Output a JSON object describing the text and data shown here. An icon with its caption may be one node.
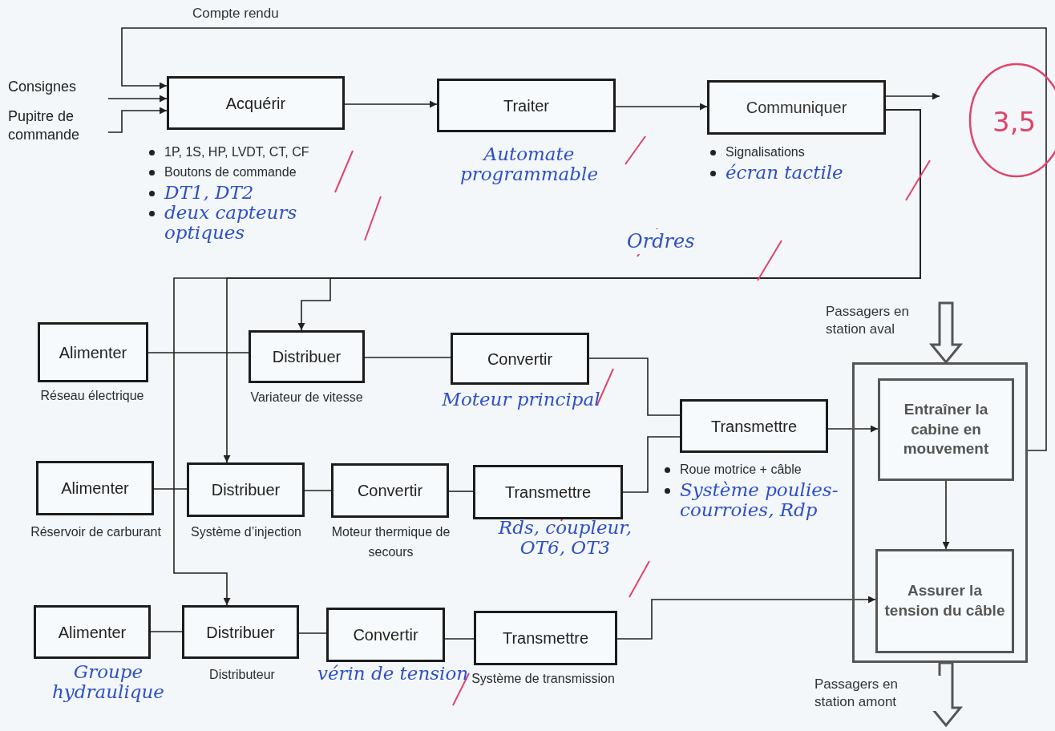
{
  "diagram": {
    "nodes": [
      {
        "text": [
          "Consignes"
        ]
      },
      {
        "text": [
          "Pupitre de commande"
        ]
      },
      {
        "text": [
          "Acquérir"
        ],
        "beside": [
          "1P, 1S, HP, LVDT, CT, CF",
          "Boutons de commande",
          "DT1, DT2",
          "deux capteurs optiques"
        ]
      },
      {
        "text": [
          "Traiter"
        ],
        "beside": [
          "Automate programmable"
        ]
      },
      {
        "text": [
          "Communiquer"
        ],
        "beside": [
          "Signalisations",
          "écran tactile"
        ]
      },
      {
        "text": [
          "Alimenter"
        ],
        "beside": [
          "Réseau électrique"
        ]
      },
      {
        "text": [
          "Distribuer"
        ],
        "beside": [
          "Variateur de vitesse"
        ]
      },
      {
        "text": [
          "Convertir"
        ],
        "beside": [
          "Moteur principal"
        ]
      },
      {
        "text": [
          "Transmettre"
        ],
        "beside": [
          "Roue motrice + câble",
          "Système poulies-courroies, Rdp"
        ]
      },
      {
        "text": [
          "Alimenter"
        ],
        "beside": [
          "Réservoir de carburant"
        ]
      },
      {
        "text": [
          "Distribuer"
        ],
        "beside": [
          "Système d’injection"
        ]
      },
      {
        "text": [
          "Convertir"
        ],
        "beside": [
          "Moteur thermique de secours"
        ]
      },
      {
        "text": [
          "Transmettre"
        ],
        "beside": [
          "Rds, coupleur, OT6, OT3"
        ]
      },
      {
        "text": [
          "Alimenter"
        ],
        "beside": [
          "Groupe hydraulique"
        ]
      },
      {
        "text": [
          "Distribuer"
        ],
        "beside": [
          "Distributeur"
        ]
      },
      {
        "text": [
          "Convertir"
        ],
        "beside": [
          "vérin de tension"
        ]
      },
      {
        "text": [
          "Transmettre"
        ],
        "beside": [
          "Système de transmission"
        ]
      },
      {
        "text": [],
        "shape": "box"
      },
      {
        "text": [
          "Entraîner la cabine en mouvement"
        ],
        "in": 17
      },
      {
        "text": [
          "Assurer la tension du câble"
        ],
        "in": 17
      }
    ],
    "edges": [
      {
        "from": 0,
        "to": 2,
        "arrow": "to"
      },
      {
        "from": 1,
        "to": 2,
        "arrow": "to"
      },
      {
        "from": 2,
        "to": 3,
        "arrow": "to"
      },
      {
        "from": 3,
        "to": 4,
        "arrow": "to"
      },
      {
        "from": 4,
        "to": null,
        "arrow": "to"
      },
      {
        "from": 17,
        "to": 2,
        "arrow": "to",
        "label": "Compte rendu"
      },
      {
        "from": 4,
        "to": 6,
        "arrow": "to",
        "label": "Ordres"
      },
      {
        "from": 4,
        "to": 10,
        "arrow": "to"
      },
      {
        "from": 4,
        "to": 14,
        "arrow": "to"
      },
      {
        "from": 5,
        "to": 6,
        "arrow": "none"
      },
      {
        "from": 6,
        "to": 7,
        "arrow": "none"
      },
      {
        "from": 7,
        "to": 8,
        "arrow": "none"
      },
      {
        "from": 9,
        "to": 10,
        "arrow": "none"
      },
      {
        "from": 10,
        "to": 11,
        "arrow": "none"
      },
      {
        "from": 11,
        "to": 12,
        "arrow": "none"
      },
      {
        "from": 12,
        "to": 8,
        "arrow": "none"
      },
      {
        "from": 13,
        "to": 14,
        "arrow": "none"
      },
      {
        "from": 14,
        "to": 15,
        "arrow": "none"
      },
      {
        "from": 15,
        "to": 16,
        "arrow": "none"
      },
      {
        "from": 16,
        "to": 19,
        "arrow": "to"
      },
      {
        "from": 8,
        "to": 18,
        "arrow": "to"
      },
      {
        "from": 18,
        "to": 19,
        "arrow": "to"
      },
      {
        "from": null,
        "to": 17,
        "arrow": "to",
        "style": "thick",
        "label": "Passagers en station aval"
      },
      {
        "from": 17,
        "to": null,
        "arrow": "to",
        "style": "thick",
        "label": "Passagers en station amont"
      }
    ],
    "labels": [
      "3,5"
    ]
  }
}
